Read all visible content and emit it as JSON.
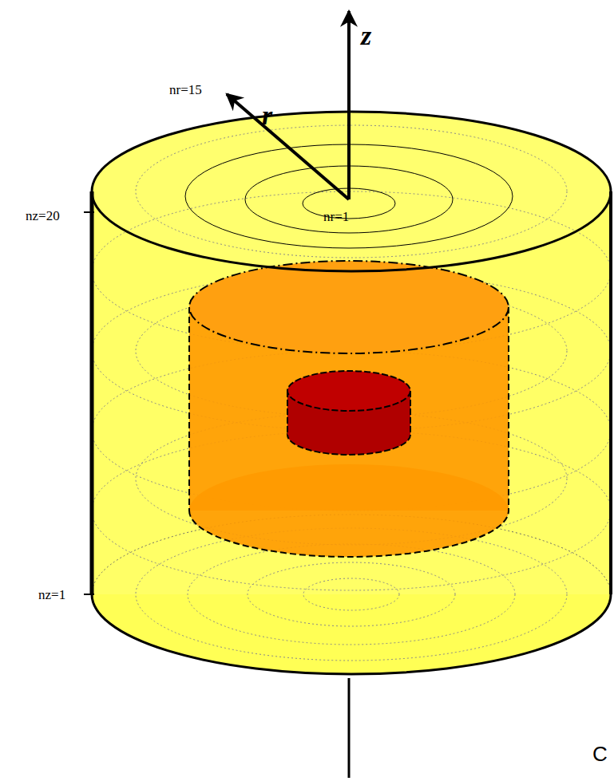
{
  "diagram": {
    "labels": [
      "z",
      "r",
      "nr=15",
      "nr=1",
      "nz=20",
      "nz=1",
      "C"
    ]
  }
}
